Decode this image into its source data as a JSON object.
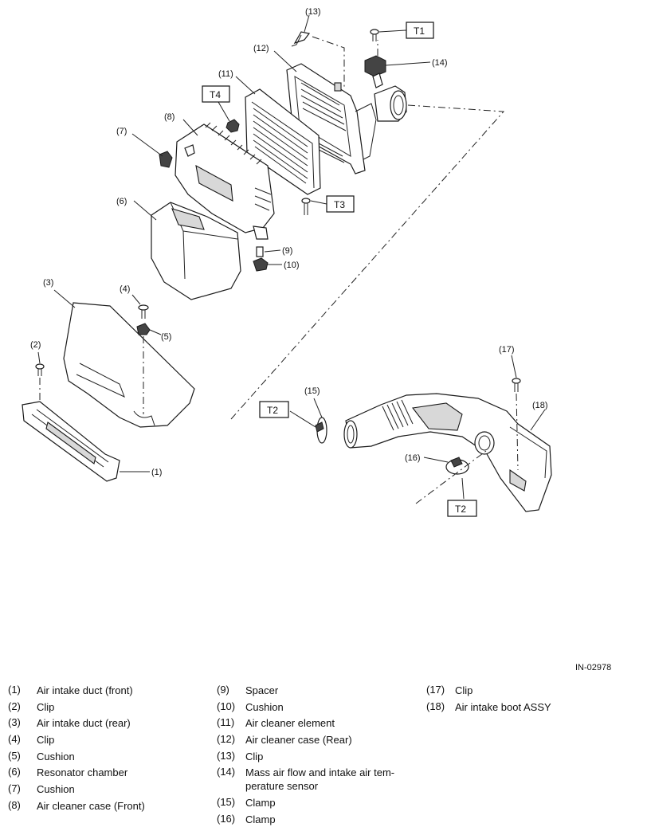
{
  "figure_id": "IN-02978",
  "callouts": {
    "c1": "(1)",
    "c2": "(2)",
    "c3": "(3)",
    "c4": "(4)",
    "c5": "(5)",
    "c6": "(6)",
    "c7": "(7)",
    "c8": "(8)",
    "c9": "(9)",
    "c10": "(10)",
    "c11": "(11)",
    "c12": "(12)",
    "c13": "(13)",
    "c14": "(14)",
    "c15": "(15)",
    "c16": "(16)",
    "c17": "(17)",
    "c18": "(18)"
  },
  "torque_tags": {
    "t1": "T1",
    "t2a": "T2",
    "t2b": "T2",
    "t3": "T3",
    "t4": "T4"
  },
  "legend": {
    "col1": [
      {
        "num": "(1)",
        "label": "Air intake duct (front)"
      },
      {
        "num": "(2)",
        "label": "Clip"
      },
      {
        "num": "(3)",
        "label": "Air intake duct (rear)"
      },
      {
        "num": "(4)",
        "label": "Clip"
      },
      {
        "num": "(5)",
        "label": "Cushion"
      },
      {
        "num": "(6)",
        "label": "Resonator chamber"
      },
      {
        "num": "(7)",
        "label": "Cushion"
      },
      {
        "num": "(8)",
        "label": "Air cleaner case (Front)"
      }
    ],
    "col2": [
      {
        "num": "(9)",
        "label": "Spacer"
      },
      {
        "num": "(10)",
        "label": "Cushion"
      },
      {
        "num": "(11)",
        "label": "Air cleaner element"
      },
      {
        "num": "(12)",
        "label": "Air cleaner case (Rear)"
      },
      {
        "num": "(13)",
        "label": "Clip"
      },
      {
        "num": "(14)",
        "label": "Mass air flow and intake air tem- perature sensor"
      },
      {
        "num": "(15)",
        "label": "Clamp"
      },
      {
        "num": "(16)",
        "label": "Clamp"
      }
    ],
    "col3": [
      {
        "num": "(17)",
        "label": "Clip"
      },
      {
        "num": "(18)",
        "label": "Air intake boot ASSY"
      }
    ]
  }
}
